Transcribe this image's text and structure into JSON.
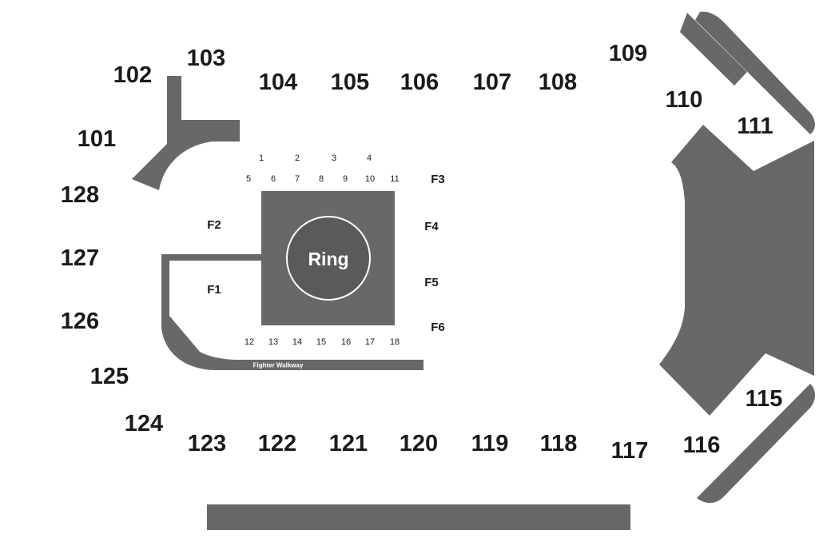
{
  "colors": {
    "block": "#686868",
    "ring_border": "#ffffff",
    "text": "#1a1a1a"
  },
  "sections": {
    "s101": "101",
    "s102": "102",
    "s103": "103",
    "s104": "104",
    "s105": "105",
    "s106": "106",
    "s107": "107",
    "s108": "108",
    "s109": "109",
    "s110": "110",
    "s111": "111",
    "s115": "115",
    "s116": "116",
    "s117": "117",
    "s118": "118",
    "s119": "119",
    "s120": "120",
    "s121": "121",
    "s122": "122",
    "s123": "123",
    "s124": "124",
    "s125": "125",
    "s126": "126",
    "s127": "127",
    "s128": "128"
  },
  "floor_sections": {
    "f1": "F1",
    "f2": "F2",
    "f3": "F3",
    "f4": "F4",
    "f5": "F5",
    "f6": "F6"
  },
  "ringside_rows": {
    "r1": "1",
    "r2": "2",
    "r3": "3",
    "r4": "4",
    "r5": "5",
    "r6": "6",
    "r7": "7",
    "r8": "8",
    "r9": "9",
    "r10": "10",
    "r11": "11",
    "r12": "12",
    "r13": "13",
    "r14": "14",
    "r15": "15",
    "r16": "16",
    "r17": "17",
    "r18": "18"
  },
  "ring": {
    "label": "Ring"
  },
  "walkway": {
    "label": "Fighter Walkway"
  }
}
